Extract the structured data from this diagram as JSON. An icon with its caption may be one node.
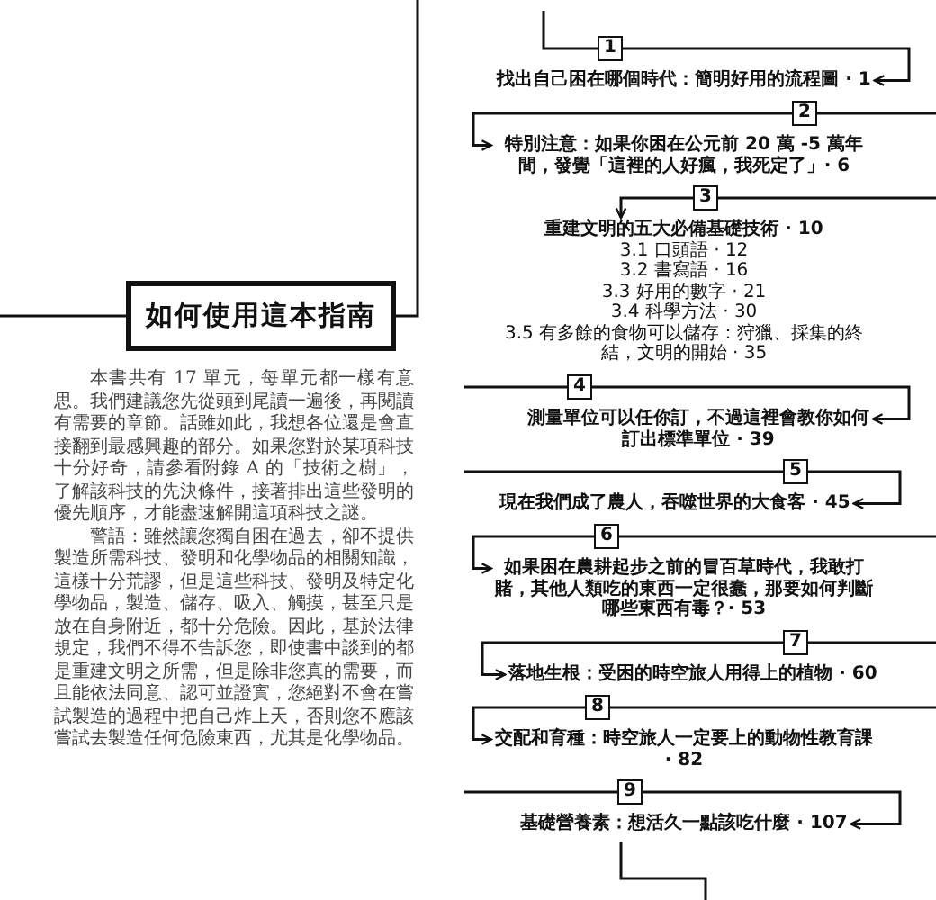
{
  "diagram": {
    "nodes": [
      {
        "text": [
          "如何使用這本指南"
        ]
      },
      {
        "text": [
          "1"
        ]
      },
      {
        "text": [
          "找出自己困在哪個時代：簡明好用的流程圖 · 1"
        ]
      },
      {
        "text": [
          "2"
        ]
      },
      {
        "text": [
          "特別注意：如果你困在公元前 20 萬 -5 萬年間，發覺「這裡的人好瘋，我死定了」· 6"
        ]
      },
      {
        "text": [
          "3"
        ]
      },
      {
        "text": [
          "重建文明的五大必備基礎技術 · 10",
          "3.1 口頭語 · 12",
          "3.2 書寫語 · 16",
          "3.3 好用的數字 · 21",
          "3.4 科學方法 · 30",
          "3.5 有多餘的食物可以儲存：狩獵、採集的終結，文明的開始 · 35"
        ]
      },
      {
        "text": [
          "4"
        ]
      },
      {
        "text": [
          "測量單位可以任你訂，不過這裡會教你如何訂出標準單位 · 39"
        ]
      },
      {
        "text": [
          "5"
        ]
      },
      {
        "text": [
          "現在我們成了農人，吞噬世界的大食客 · 45"
        ]
      },
      {
        "text": [
          "6"
        ]
      },
      {
        "text": [
          "如果困在農耕起步之前的冒百草時代，我敢打賭，其他人類吃的東西一定很蠢，那要如何判斷哪些東西有毒？· 53"
        ]
      },
      {
        "text": [
          "7"
        ]
      },
      {
        "text": [
          "落地生根：受困的時空旅人用得上的植物 · 60"
        ]
      },
      {
        "text": [
          "8"
        ]
      },
      {
        "text": [
          "交配和育種：時空旅人一定要上的動物性教育課 · 82"
        ]
      },
      {
        "text": [
          "9"
        ]
      },
      {
        "text": [
          "基礎營養素：想活久一點該吃什麼 · 107"
        ]
      }
    ],
    "edges": [
      {
        "from": 1,
        "to": 2,
        "arrow": "to"
      },
      {
        "from": 3,
        "to": 4,
        "arrow": "to"
      },
      {
        "from": 5,
        "to": 6,
        "arrow": "to"
      },
      {
        "from": 7,
        "to": 8,
        "arrow": "to"
      },
      {
        "from": 9,
        "to": 10,
        "arrow": "to"
      },
      {
        "from": 11,
        "to": 12,
        "arrow": "to"
      },
      {
        "from": 13,
        "to": 14,
        "arrow": "to"
      },
      {
        "from": 15,
        "to": 16,
        "arrow": "to"
      },
      {
        "from": 17,
        "to": 18,
        "arrow": "to"
      }
    ],
    "labels": [
      "本書共有 17 單元，每單元都一樣有意思。我們建議您先從頭到尾讀一遍後，再閱讀有需要的章節。話雖如此，我想各位還是會直接翻到最感興趣的部分。如果您對於某項科技十分好奇，請參看附錄 A 的「技術之樹」，了解該科技的先決條件，接著排出這些發明的優先順序，才能盡速解開這項科技之謎。",
      "警語：雖然讓您獨自困在過去，卻不提供製造所需科技、發明和化學物品的相關知識，這樣十分荒謬，但是這些科技、發明及特定化學物品，製造、儲存、吸入、觸摸，甚至只是放在自身附近，都十分危險。因此，基於法律規定，我們不得不告訴您，即使書中談到的都是重建文明之所需，但是除非您真的需要，而且能依法同意、認可並證實，您絕對不會在嘗試製造的過程中把自己炸上天，否則您不應該嘗試去製造任何危險東西，尤其是化學物品。"
    ]
  }
}
